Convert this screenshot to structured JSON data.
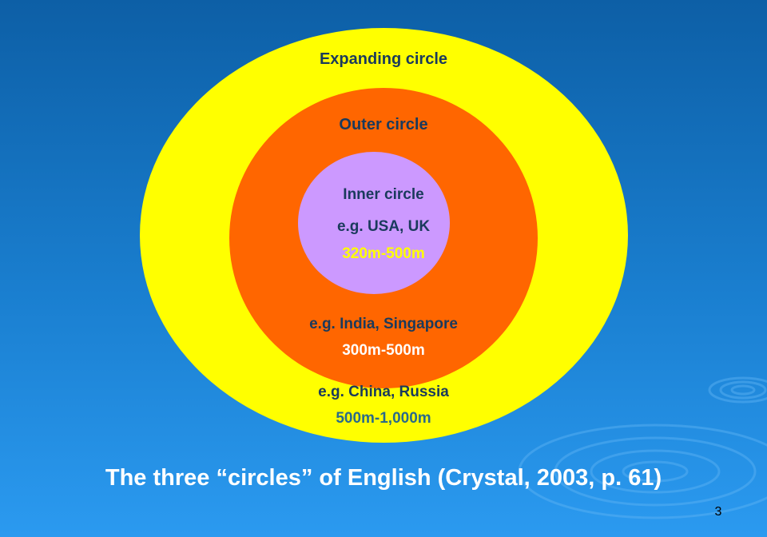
{
  "colors": {
    "expanding": "#ffff00",
    "outer": "#ff6600",
    "inner": "#cc99ff",
    "label_dark": "#1a3a5c",
    "label_inner_accent": "#ffff00",
    "label_outer_accent": "#ffffff",
    "label_expanding_accent": "#2a6a8a",
    "caption": "#ffffff",
    "page_number": "#000000"
  },
  "circles": {
    "expanding": {
      "title": "Expanding circle",
      "example": "e.g. China, Russia",
      "speakers": "500m-1,000m"
    },
    "outer": {
      "title": "Outer circle",
      "example": "e.g. India, Singapore",
      "speakers": "300m-500m"
    },
    "inner": {
      "title": "Inner circle",
      "example": "e.g. USA, UK",
      "speakers": "320m-500m"
    }
  },
  "caption": "The three “circles” of English (Crystal, 2003, p. 61)",
  "page_number": "3"
}
